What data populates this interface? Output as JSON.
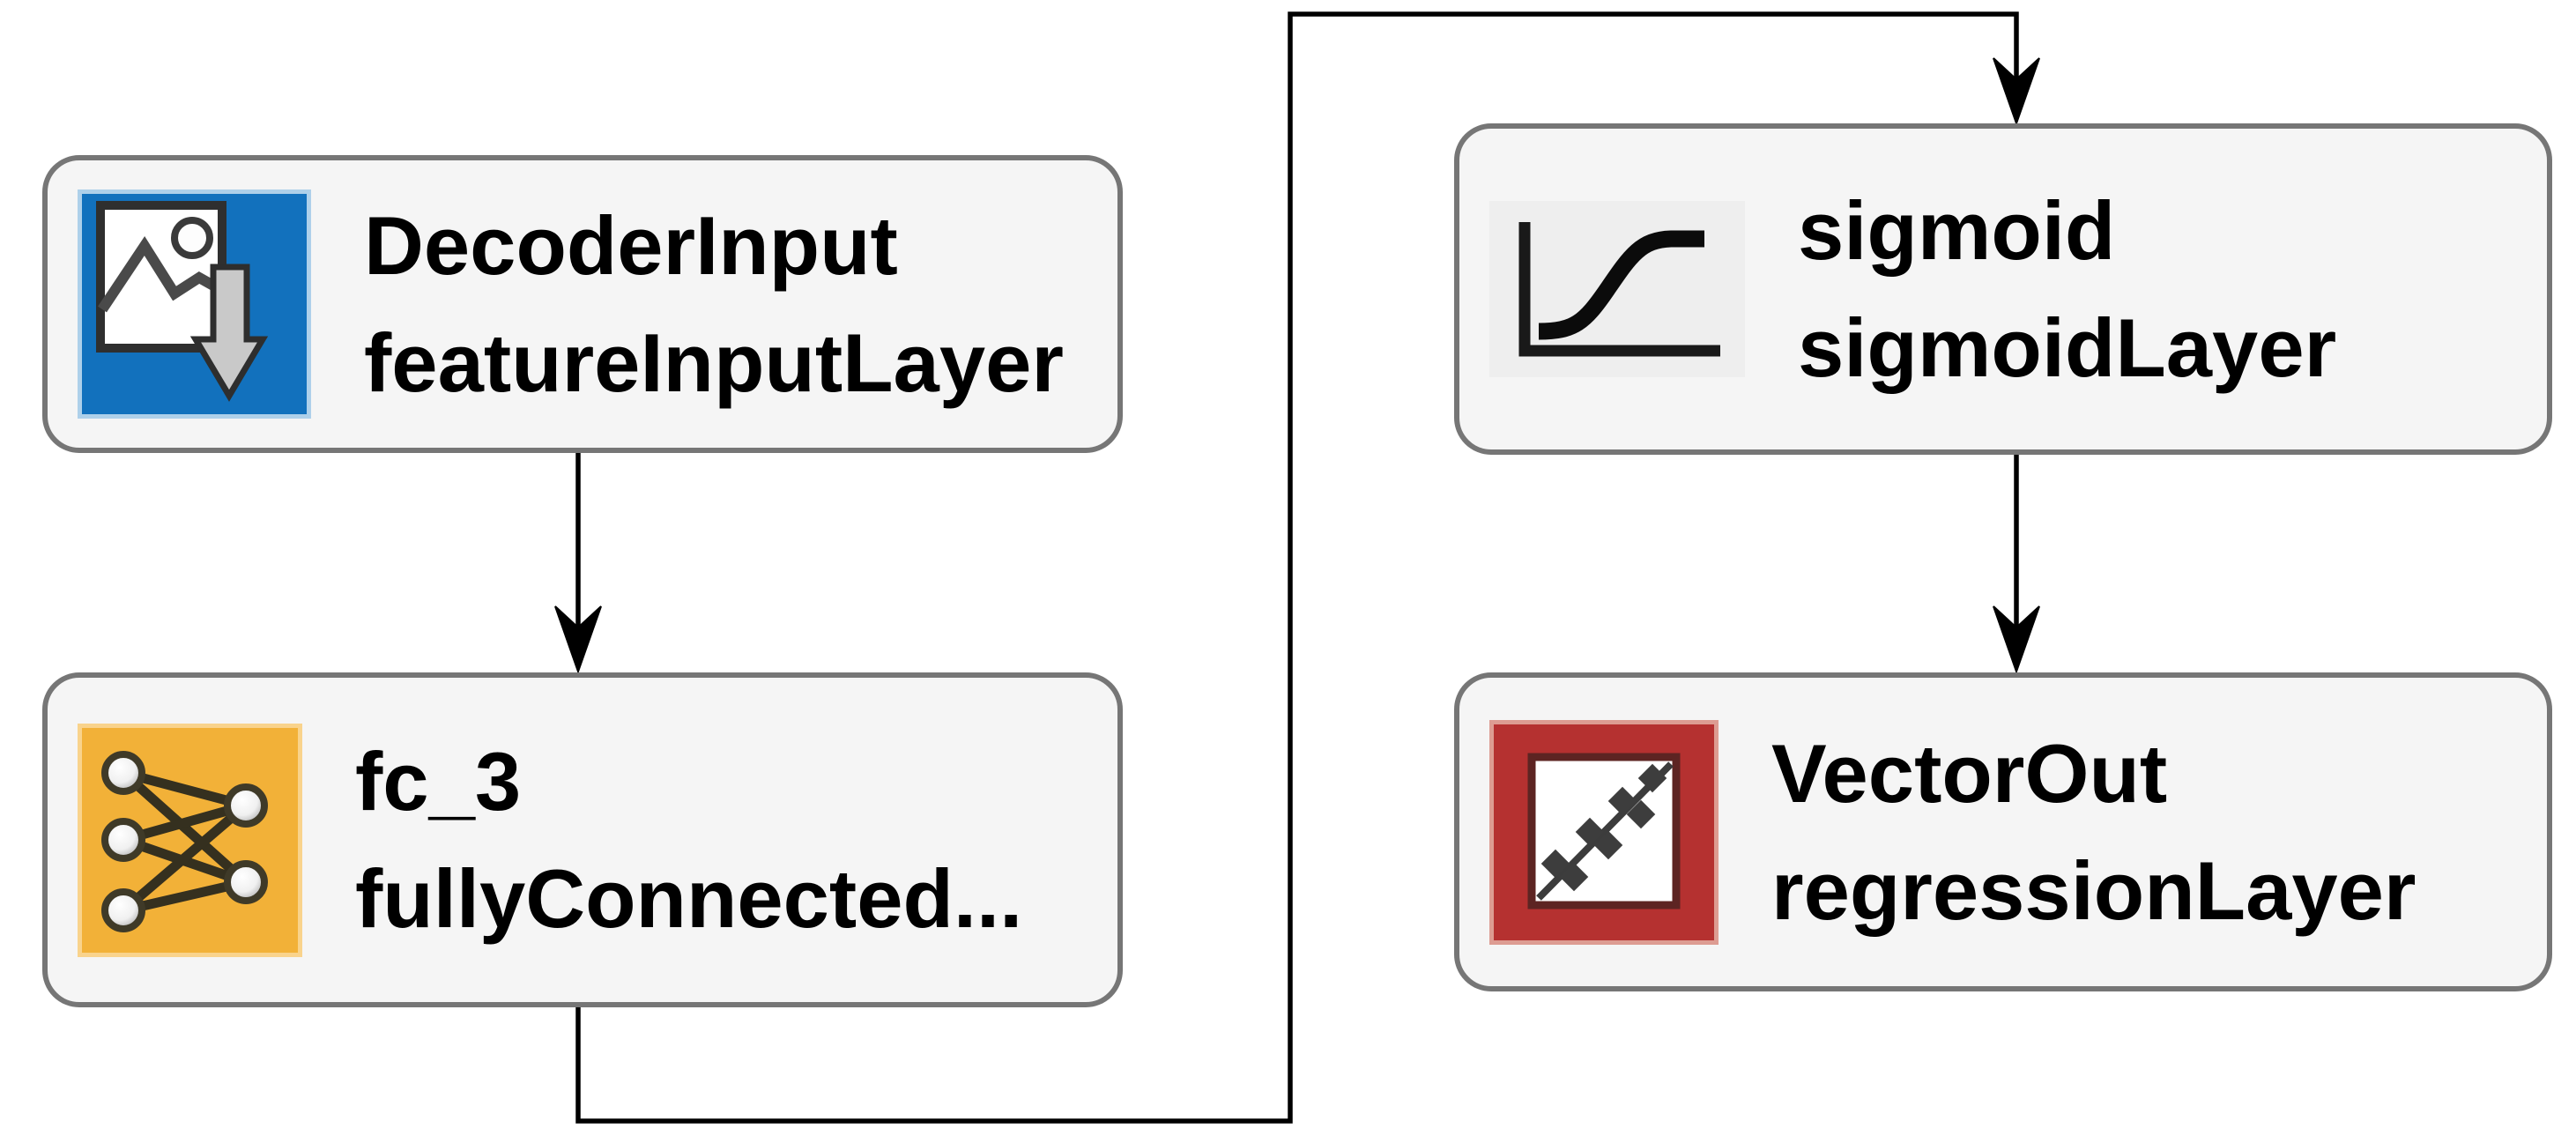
{
  "diagram": {
    "background_color": "#ffffff",
    "node_fill": "#f5f5f5",
    "node_border_color": "#767676",
    "label_color": "#000000",
    "connector_color": "#000000",
    "nodes": [
      {
        "name": "DecoderInput",
        "layer_type": "featureInputLayer",
        "icon": "feature-input-icon",
        "accent_color": "#1271bd"
      },
      {
        "name": "fc_3",
        "layer_type": "fullyConnected...",
        "icon": "fully-connected-icon",
        "accent_color": "#f2b138"
      },
      {
        "name": "sigmoid",
        "layer_type": "sigmoidLayer",
        "icon": "sigmoid-curve-icon",
        "accent_color": "#eeeeee"
      },
      {
        "name": "VectorOut",
        "layer_type": "regressionLayer",
        "icon": "regression-scatter-icon",
        "accent_color": "#b53130"
      }
    ],
    "connections": [
      {
        "from": "DecoderInput",
        "to": "fc_3"
      },
      {
        "from": "fc_3",
        "to": "sigmoid"
      },
      {
        "from": "sigmoid",
        "to": "VectorOut"
      }
    ]
  }
}
